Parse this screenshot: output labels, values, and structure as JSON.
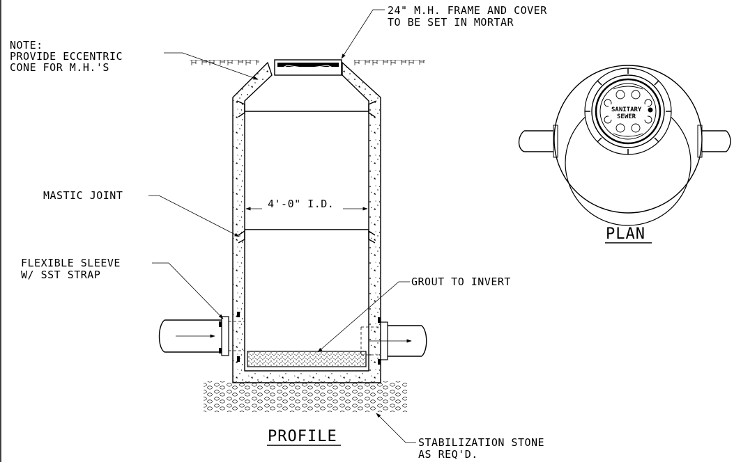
{
  "labels": {
    "frame_cover_line1": "24\" M.H. FRAME AND COVER",
    "frame_cover_line2": "TO BE SET IN MORTAR",
    "note_line1": "NOTE:",
    "note_line2": "PROVIDE ECCENTRIC",
    "note_line3": "CONE FOR M.H.'S",
    "mastic_joint": "MASTIC JOINT",
    "inside_diameter": "4'-0\" I.D.",
    "flexible_sleeve_line1": "FLEXIBLE SLEEVE",
    "flexible_sleeve_line2": "W/ SST STRAP",
    "grout": "GROUT TO INVERT",
    "stone_line1": "STABILIZATION STONE",
    "stone_line2": "AS REQ'D.",
    "cover_text_line1": "SANITARY",
    "cover_text_line2": "SEWER"
  },
  "titles": {
    "profile": "PROFILE",
    "plan": "PLAN"
  }
}
